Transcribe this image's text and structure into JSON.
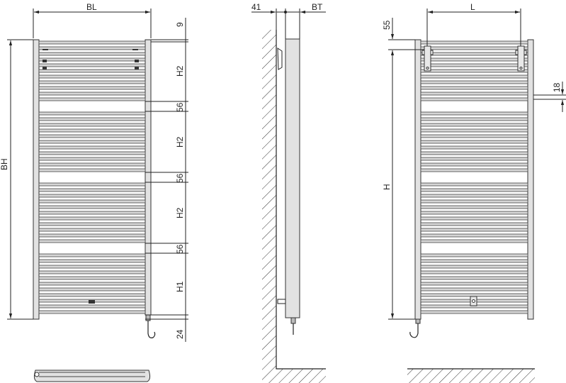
{
  "front_view": {
    "width_label": "BL",
    "height_label": "BH",
    "top_offset": "9",
    "section_labels": [
      "H2",
      "H2",
      "H2",
      "H1"
    ],
    "gap_labels": [
      "56",
      "56",
      "56"
    ],
    "bottom_offset": "24"
  },
  "side_view": {
    "wall_distance": "41",
    "depth_label": "BT"
  },
  "rear_view": {
    "hole_spacing_label": "L",
    "hole_height_label": "H",
    "top_bracket_offset": "55",
    "rail_offset": "18"
  },
  "top_view": {
    "label": ""
  },
  "colors": {
    "line": "#222222",
    "fill": "#e2e2e2",
    "bar": "#d6d6d6"
  }
}
